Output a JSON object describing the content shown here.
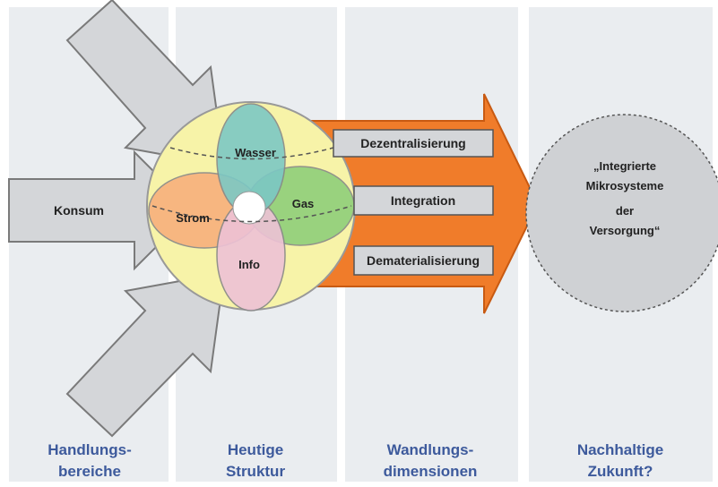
{
  "columns": [
    {
      "line1": "Handlungs-",
      "line2": "bereiche"
    },
    {
      "line1": "Heutige",
      "line2": "Struktur"
    },
    {
      "line1": "Wandlungs-",
      "line2": "dimensionen"
    },
    {
      "line1": "Nachhaltige",
      "line2": "Zukunft?"
    }
  ],
  "left_arrow_label": "Konsum",
  "sectors": {
    "water": "Wasser",
    "power": "Strom",
    "gas": "Gas",
    "info": "Info"
  },
  "dimensions": [
    "Dezentralisierung",
    "Integration",
    "Dematerialisierung"
  ],
  "future_circle": {
    "line1": "„Integrierte",
    "line2": "Mikrosysteme",
    "line3": "der",
    "line4": "Versorgung“"
  },
  "colors": {
    "column_bg": "#eaedf0",
    "gray_arrow": "#d4d6d9",
    "orange_arrow": "#f07c2a",
    "sphere": "#f7f3a8",
    "water": "#7cc8c4",
    "power": "#f7b07c",
    "gas": "#8fcf7a",
    "info": "#eec2d6",
    "label_blue": "#3d5a9c"
  }
}
